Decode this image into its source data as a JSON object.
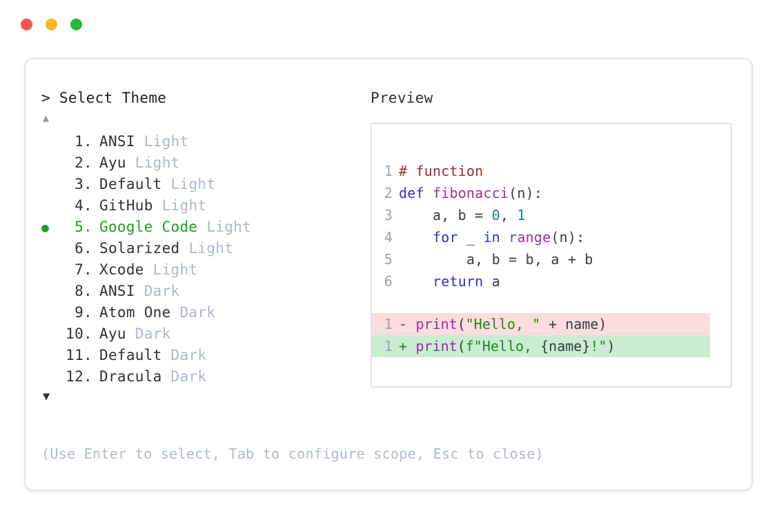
{
  "window": {
    "traffic_lights": [
      {
        "name": "close",
        "color": "#f4564e"
      },
      {
        "name": "minimize",
        "color": "#f6b723"
      },
      {
        "name": "maximize",
        "color": "#23b93b"
      }
    ]
  },
  "selector": {
    "prompt_marker": ">",
    "prompt_label": "Select Theme",
    "scroll_up_icon": "▲",
    "scroll_down_icon": "▼",
    "selected_index": 5,
    "selected_bullet": "●",
    "options": [
      {
        "num": "1.",
        "name": "ANSI",
        "variant": "Light",
        "selected": false
      },
      {
        "num": "2.",
        "name": "Ayu",
        "variant": "Light",
        "selected": false
      },
      {
        "num": "3.",
        "name": "Default",
        "variant": "Light",
        "selected": false
      },
      {
        "num": "4.",
        "name": "GitHub",
        "variant": "Light",
        "selected": false
      },
      {
        "num": "5.",
        "name": "Google Code",
        "variant": "Light",
        "selected": true
      },
      {
        "num": "6.",
        "name": "Solarized",
        "variant": "Light",
        "selected": false
      },
      {
        "num": "7.",
        "name": "Xcode",
        "variant": "Light",
        "selected": false
      },
      {
        "num": "8.",
        "name": "ANSI",
        "variant": "Dark",
        "selected": false
      },
      {
        "num": "9.",
        "name": "Atom One",
        "variant": "Dark",
        "selected": false
      },
      {
        "num": "10.",
        "name": "Ayu",
        "variant": "Dark",
        "selected": false
      },
      {
        "num": "11.",
        "name": "Default",
        "variant": "Dark",
        "selected": false
      },
      {
        "num": "12.",
        "name": "Dracula",
        "variant": "Dark",
        "selected": false
      }
    ]
  },
  "hint": "(Use Enter to select, Tab to configure scope, Esc to close)",
  "preview": {
    "label": "Preview",
    "code_lines": [
      {
        "ln": "1",
        "tokens": [
          {
            "text": "# function",
            "cls": "t-comment"
          }
        ]
      },
      {
        "ln": "2",
        "tokens": [
          {
            "text": "def ",
            "cls": "t-kw"
          },
          {
            "text": "fibonacci",
            "cls": "t-fn"
          },
          {
            "text": "(n):",
            "cls": "t-plain"
          }
        ]
      },
      {
        "ln": "3",
        "tokens": [
          {
            "text": "    a, b = ",
            "cls": "t-plain"
          },
          {
            "text": "0",
            "cls": "t-num"
          },
          {
            "text": ", ",
            "cls": "t-plain"
          },
          {
            "text": "1",
            "cls": "t-num"
          }
        ]
      },
      {
        "ln": "4",
        "tokens": [
          {
            "text": "    ",
            "cls": "t-plain"
          },
          {
            "text": "for",
            "cls": "t-kw"
          },
          {
            "text": " _ ",
            "cls": "t-plain"
          },
          {
            "text": "in",
            "cls": "t-kw"
          },
          {
            "text": " ",
            "cls": "t-plain"
          },
          {
            "text": "range",
            "cls": "t-fn"
          },
          {
            "text": "(n):",
            "cls": "t-plain"
          }
        ]
      },
      {
        "ln": "5",
        "tokens": [
          {
            "text": "        a, b = b, a + b",
            "cls": "t-plain"
          }
        ]
      },
      {
        "ln": "6",
        "tokens": [
          {
            "text": "    ",
            "cls": "t-plain"
          },
          {
            "text": "return",
            "cls": "t-kw"
          },
          {
            "text": " a",
            "cls": "t-plain"
          }
        ]
      }
    ],
    "diff_lines": [
      {
        "ln": "1",
        "kind": "del",
        "marker": "-",
        "tokens": [
          {
            "text": "print",
            "cls": "t-fn"
          },
          {
            "text": "(",
            "cls": "t-plain"
          },
          {
            "text": "\"Hello, \"",
            "cls": "t-str"
          },
          {
            "text": " + name)",
            "cls": "t-plain"
          }
        ]
      },
      {
        "ln": "1",
        "kind": "add",
        "marker": "+",
        "tokens": [
          {
            "text": "print",
            "cls": "t-fn"
          },
          {
            "text": "(",
            "cls": "t-plain"
          },
          {
            "text": "f\"Hello, ",
            "cls": "t-str"
          },
          {
            "text": "{name}",
            "cls": "t-plain"
          },
          {
            "text": "!\"",
            "cls": "t-str"
          },
          {
            "text": ")",
            "cls": "t-plain"
          }
        ]
      }
    ]
  },
  "colors": {
    "accent_green": "#1aa01a",
    "muted": "#aeb7c9",
    "diff_del_bg": "#fbdcdf",
    "diff_add_bg": "#caecd2",
    "border": "#e0e4ec"
  }
}
